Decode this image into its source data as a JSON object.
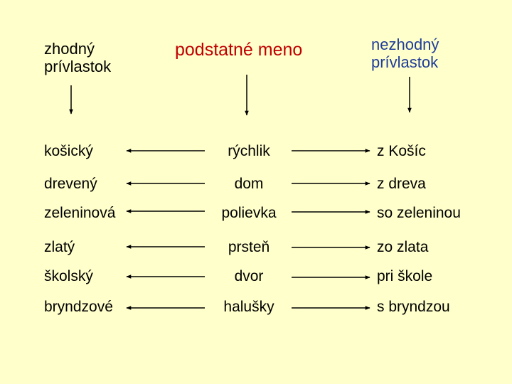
{
  "headers": {
    "left_line1": "zhodný",
    "left_line2": "prívlastok",
    "middle": "podstatné meno",
    "right_line1": "nezhodný",
    "right_line2": "prívlastok"
  },
  "rows": [
    {
      "left": "košický",
      "middle": "rýchlik",
      "right": "z Košíc"
    },
    {
      "left": "drevený",
      "middle": "dom",
      "right": "z dreva"
    },
    {
      "left": "zeleninová",
      "middle": "polievka",
      "right": "so zeleninou"
    },
    {
      "left": "zlatý",
      "middle": "prsteň",
      "right": "zo zlata"
    },
    {
      "left": "školský",
      "middle": "dvor",
      "right": "pri škole"
    },
    {
      "left": "bryndzové",
      "middle": "halušky",
      "right": "s bryndzou"
    }
  ],
  "colors": {
    "background": "#FFFFCC",
    "middle_header": "#C00000",
    "right_header": "#1F3D99",
    "text": "#000000"
  }
}
